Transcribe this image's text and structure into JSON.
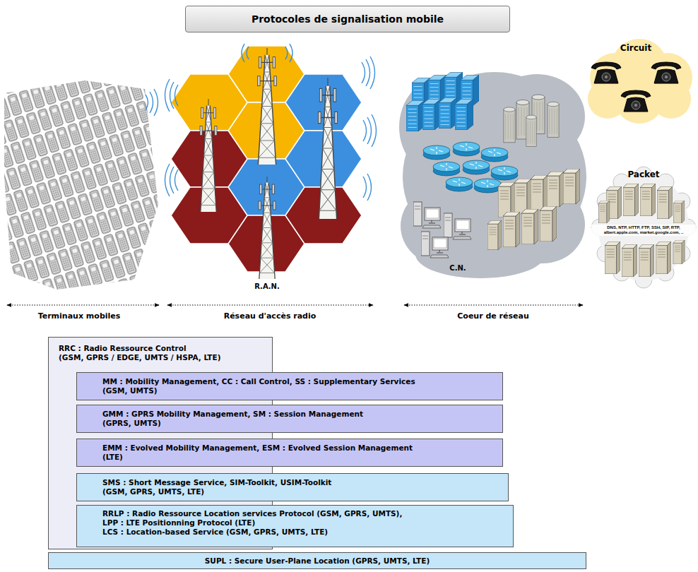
{
  "diagram": {
    "title": "Protocoles de signalisation mobile",
    "nodes": [
      {
        "text": [
          "RRC : Radio Ressource Control",
          "(GSM, GPRS / EDGE, UMTS / HSPA, LTE)"
        ]
      },
      {
        "text": [
          "MM : Mobility Management, CC : Call Control, SS : Supplementary Services",
          "(GSM, UMTS)"
        ]
      },
      {
        "text": [
          "GMM : GPRS Mobility Management, SM : Session Management",
          "(GPRS, UMTS)"
        ]
      },
      {
        "text": [
          "EMM : Evolved Mobility Management, ESM : Evolved Session Management",
          "(LTE)"
        ]
      },
      {
        "text": [
          "SMS : Short Message Service, SIM-Toolkit, USIM-Toolkit",
          "(GSM, GPRS, UMTS, LTE)"
        ]
      },
      {
        "text": [
          "RRLP : Radio Ressource Location services Protocol (GSM, GPRS, UMTS),",
          "LPP : LTE Positionning Protocol (LTE)",
          "LCS : Location-based Service (GSM, GPRS, UMTS, LTE)"
        ]
      },
      {
        "text": [
          "SUPL : Secure User-Plane Location (GPRS, UMTS, LTE)"
        ]
      }
    ],
    "labels": [
      "Circuit",
      "Packet",
      "DNS, NTP, HTTP, FTP, SSH, SIP, RTP, albert.apple.com, market.google.com, ..",
      "R.A.N.",
      "C.N.",
      "Terminaux mobiles",
      "Réseau d'accès radio",
      "Coeur de réseau"
    ]
  }
}
